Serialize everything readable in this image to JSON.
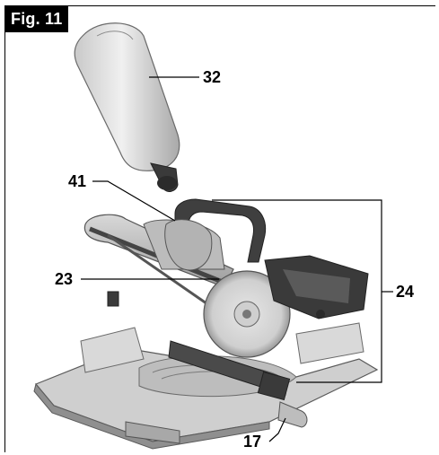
{
  "figure": {
    "label": "Fig. 11",
    "subject": "miter-saw-with-dust-bag",
    "callouts": [
      {
        "id": "c32",
        "text": "32"
      },
      {
        "id": "c41",
        "text": "41"
      },
      {
        "id": "c23",
        "text": "23"
      },
      {
        "id": "c24",
        "text": "24"
      },
      {
        "id": "c17",
        "text": "17"
      }
    ]
  }
}
